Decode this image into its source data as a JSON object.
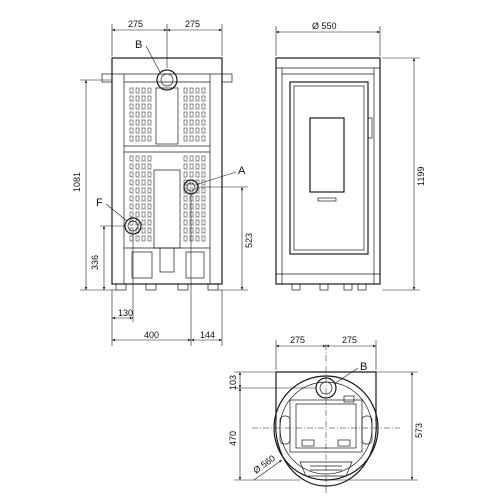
{
  "front_view": {
    "width_left": "275",
    "width_right": "275",
    "height_total": "1081",
    "height_port_f": "336",
    "height_port_a": "523",
    "offset_f": "130",
    "offset_center": "400",
    "offset_right": "144",
    "label_b": "B",
    "label_a": "A",
    "label_f": "F"
  },
  "side_view": {
    "diameter": "Ø 550",
    "height": "1199"
  },
  "top_view": {
    "width_left": "275",
    "width_right": "275",
    "depth_top": "103",
    "depth_mid": "470",
    "depth_total": "573",
    "diameter": "Ø 560",
    "label_b": "B"
  }
}
